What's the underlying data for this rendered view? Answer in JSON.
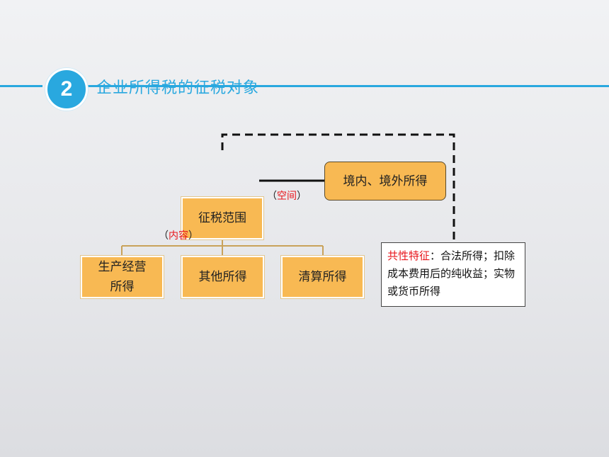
{
  "header": {
    "number": "2",
    "title": "企业所得税的征税对象"
  },
  "boxes": {
    "scope": "征税范围",
    "domestic": "境内、境外所得",
    "business": "生产经营\n所得",
    "other": "其他所得",
    "liquidation": "清算所得"
  },
  "notes": {
    "space": {
      "open": "（",
      "label": "空间",
      "close": "）"
    },
    "content": {
      "open": "（",
      "label": "内容",
      "close": "）"
    }
  },
  "feature": {
    "label": "共性特征",
    "text": "：合法所得；扣除成本费用后的纯收益；实物或货币所得"
  },
  "colors": {
    "accent": "#29a8df",
    "box": "#f8b953",
    "highlight": "#e8161c"
  }
}
